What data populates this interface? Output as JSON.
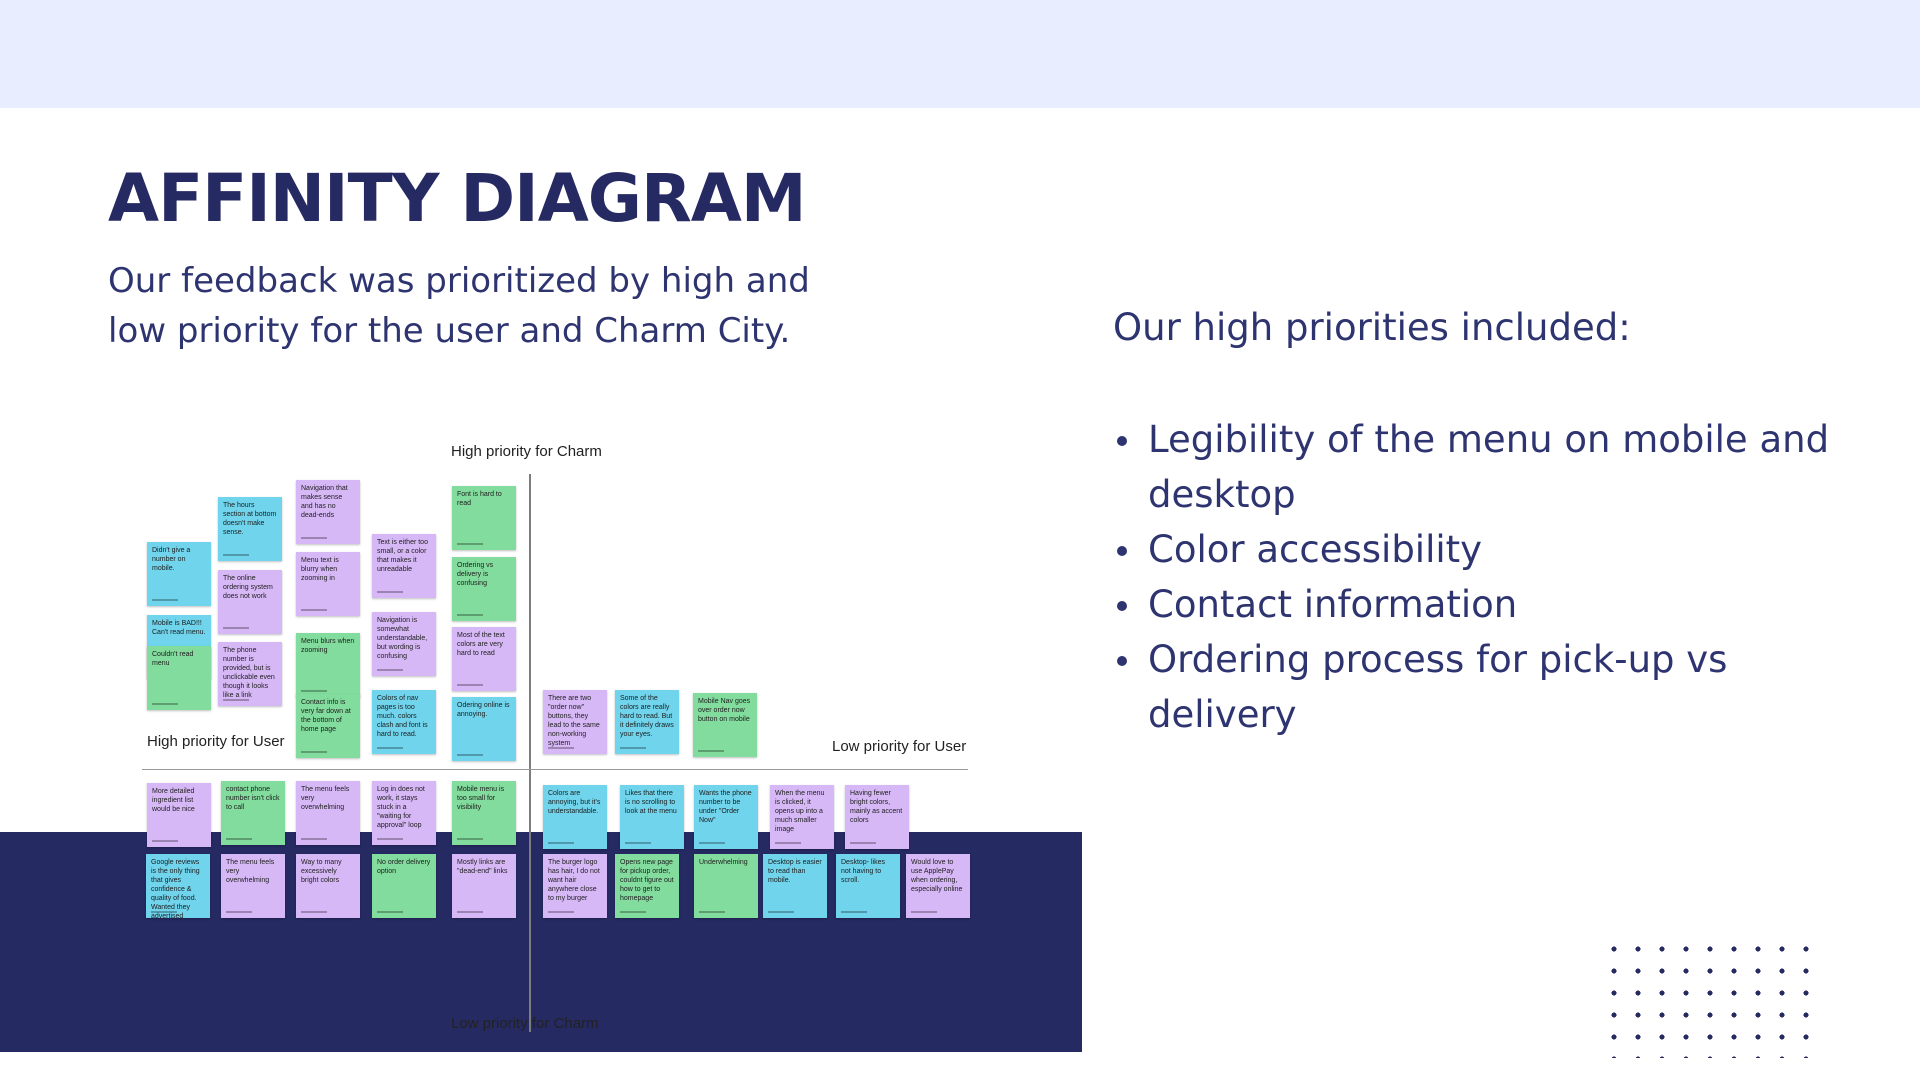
{
  "slide": {
    "title": "AFFINITY DIAGRAM",
    "subtitle": "Our feedback was prioritized by high and low priority for the user and Charm City.",
    "priorities_heading": "Our high priorities included:",
    "priorities": [
      "Legibility of the menu on mobile and desktop",
      "Color accessibility",
      "Contact information",
      "Ordering process for pick-up vs delivery"
    ]
  },
  "diagram": {
    "labels": {
      "top": "High priority for Charm",
      "bottom": "Low priority for Charm",
      "left": "High priority for User",
      "right": "Low priority for User"
    },
    "notes": [
      {
        "text": "Didn't give a number on mobile.",
        "color": "blue"
      },
      {
        "text": "Mobile is BAD!!! Can't read menu.",
        "color": "blue"
      },
      {
        "text": "Couldn't read menu",
        "color": "green"
      },
      {
        "text": "The hours section at bottom doesn't make sense.",
        "color": "blue"
      },
      {
        "text": "The online ordering system does not work",
        "color": "purple"
      },
      {
        "text": "The phone number is provided, but is unclickable even though it looks like a link",
        "color": "purple"
      },
      {
        "text": "Navigation that makes sense and has no dead-ends",
        "color": "purple"
      },
      {
        "text": "Menu text is blurry when zooming in",
        "color": "purple"
      },
      {
        "text": "Menu blurs when zooming",
        "color": "green"
      },
      {
        "text": "Contact info is very far down at the bottom of home page",
        "color": "green"
      },
      {
        "text": "Text is either too small, or a color that makes it unreadable",
        "color": "purple"
      },
      {
        "text": "Navigation is somewhat understandable, but wording is confusing",
        "color": "purple"
      },
      {
        "text": "Colors of nav pages is too much. colors clash and font is hard to read.",
        "color": "blue"
      },
      {
        "text": "Font is hard to read",
        "color": "green"
      },
      {
        "text": "Ordering vs delivery is confusing",
        "color": "green"
      },
      {
        "text": "Most of the text colors are very hard to read",
        "color": "purple"
      },
      {
        "text": "Odering online is annoying.",
        "color": "blue"
      },
      {
        "text": "There are two \"order now\" buttons, they lead to the same non-working system",
        "color": "purple"
      },
      {
        "text": "Some of the colors are really hard to read. But it definitely draws your eyes.",
        "color": "blue"
      },
      {
        "text": "Mobile Nav goes over order now button on mobile",
        "color": "green"
      },
      {
        "text": "More detailed ingredient list would be nice",
        "color": "purple"
      },
      {
        "text": "contact phone number isn't click to call",
        "color": "green"
      },
      {
        "text": "The menu feels very overwhelming",
        "color": "purple"
      },
      {
        "text": "Log in does not work, it stays stuck in a \"waiting for approval\" loop",
        "color": "purple"
      },
      {
        "text": "Mobile menu is too small for visibility",
        "color": "green"
      },
      {
        "text": "Google reviews is the only thing that gives confidence & quality of food. Wanted they advertised popularity on the site.",
        "color": "blue"
      },
      {
        "text": "The menu feels very overwhelming",
        "color": "purple"
      },
      {
        "text": "Way to many excessively bright colors",
        "color": "purple"
      },
      {
        "text": "No order delivery option",
        "color": "green"
      },
      {
        "text": "Mostly links are \"dead-end\" links",
        "color": "purple"
      },
      {
        "text": "Colors are annoying, but it's understandable.",
        "color": "blue"
      },
      {
        "text": "Likes that there is no scrolling to look at the menu",
        "color": "blue"
      },
      {
        "text": "Wants the phone number to be under \"Order Now\"",
        "color": "blue"
      },
      {
        "text": "When the menu is clicked, it opens up into a much smaller image",
        "color": "purple"
      },
      {
        "text": "Having fewer bright colors, mainly as accent colors",
        "color": "purple"
      },
      {
        "text": "The burger logo has hair, I do not want hair anywhere close to my burger",
        "color": "purple"
      },
      {
        "text": "Opens new page for pickup order, couldnt figure out how to get to homepage",
        "color": "green"
      },
      {
        "text": "Underwhelming",
        "color": "green"
      },
      {
        "text": "Desktop is easier to read than mobile.",
        "color": "blue"
      },
      {
        "text": "Desktop- likes not having to scroll.",
        "color": "blue"
      },
      {
        "text": "Would love to use ApplePay when ordering, especially online",
        "color": "purple"
      }
    ]
  }
}
